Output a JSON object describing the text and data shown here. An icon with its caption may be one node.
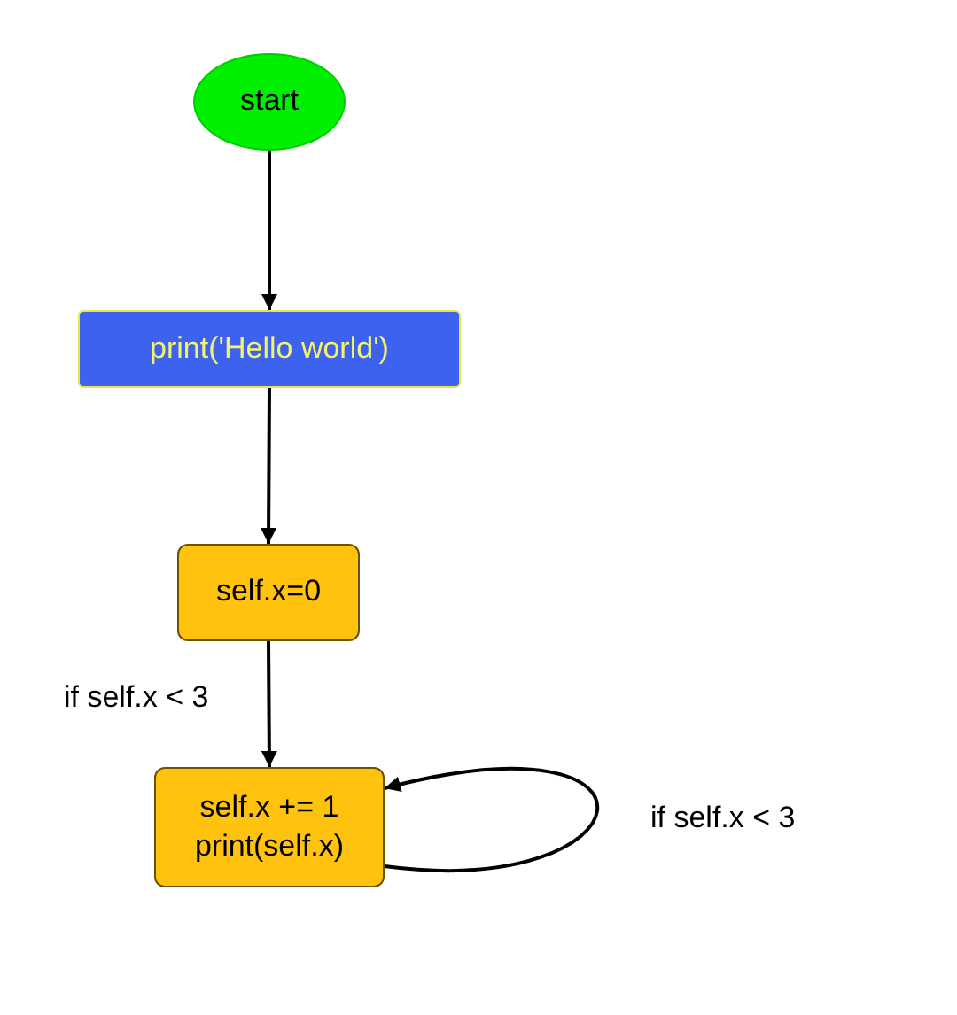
{
  "diagram": {
    "nodes": [
      {
        "text": [
          "start"
        ]
      },
      {
        "text": [
          "print('Hello world')"
        ]
      },
      {
        "text": [
          "self.x=0"
        ]
      },
      {
        "text": [
          "self.x += 1 print(self.x)"
        ]
      }
    ],
    "edges": [
      {
        "from": 0,
        "to": 1,
        "arrow": "to"
      },
      {
        "from": 1,
        "to": 2,
        "arrow": "to"
      },
      {
        "from": 2,
        "to": 3,
        "arrow": "to",
        "label": "if self.x < 3"
      },
      {
        "from": 3,
        "to": 3,
        "arrow": "to",
        "label": "if self.x < 3"
      }
    ]
  }
}
